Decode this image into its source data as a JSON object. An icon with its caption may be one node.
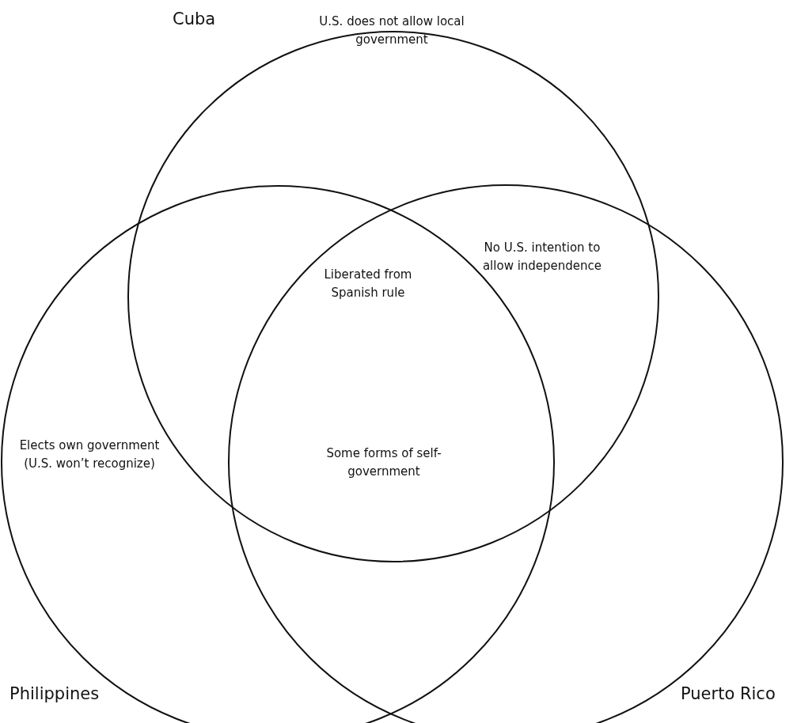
{
  "diagram": {
    "nodes": [
      {
        "text": [
          "Cuba",
          "U.S. does not allow local government"
        ]
      },
      {
        "text": [
          "Elects own government (U.S. won’t recognize)",
          "Philippines"
        ]
      },
      {
        "text": [
          "Puerto Rico"
        ]
      }
    ],
    "edges": [],
    "labels": [
      "No U.S. intention to allow independence",
      "Liberated from Spanish rule",
      "Some forms of self-government"
    ]
  }
}
